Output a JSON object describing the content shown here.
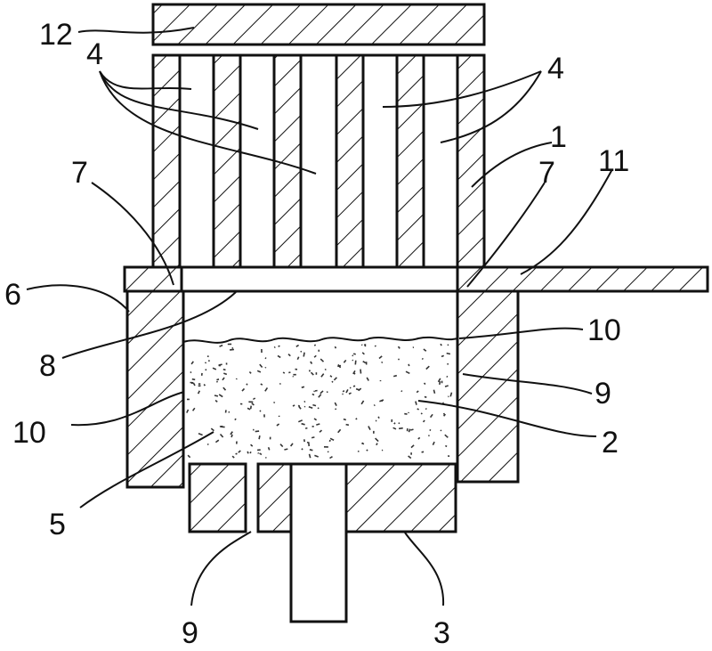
{
  "labels": {
    "l12": "12",
    "l4a": "4",
    "l4b": "4",
    "l1": "1",
    "l7a": "7",
    "l7b": "7",
    "l11": "11",
    "l6": "6",
    "l8": "8",
    "l10a": "10",
    "l10b": "10",
    "l9a": "9",
    "l9b": "9",
    "l2": "2",
    "l5": "5",
    "l3": "3"
  },
  "colors": {
    "ink": "#111111",
    "paper": "#ffffff"
  }
}
